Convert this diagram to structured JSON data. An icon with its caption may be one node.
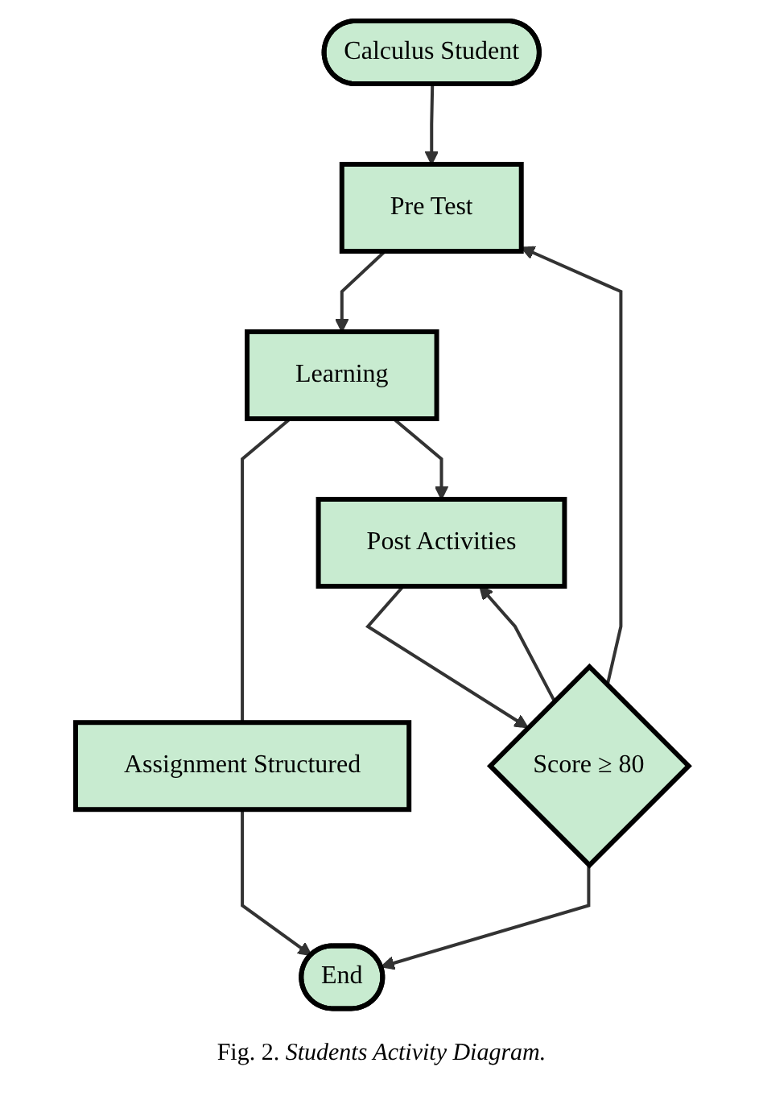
{
  "diagram": {
    "caption": "Fig. 2. *Students Activity Diagram.*",
    "nodes": [
      {
        "text": [
          "Calculus Student"
        ]
      },
      {
        "text": [
          "Pre Test"
        ]
      },
      {
        "text": [
          "Learning"
        ]
      },
      {
        "text": [
          "Post Activities"
        ]
      },
      {
        "text": [
          "Score ≥ 80"
        ]
      },
      {
        "text": [
          "Assignment Structured"
        ]
      },
      {
        "text": [
          "End"
        ]
      }
    ],
    "edges": [
      {
        "from": 0,
        "to": 1,
        "arrow": "to"
      },
      {
        "from": 1,
        "to": 2,
        "arrow": "to"
      },
      {
        "from": 2,
        "to": 3,
        "arrow": "to"
      },
      {
        "from": 3,
        "to": 4,
        "arrow": "to"
      },
      {
        "from": 4,
        "to": 3,
        "arrow": "to"
      },
      {
        "from": 2,
        "to": 5,
        "arrow": "none"
      },
      {
        "from": 5,
        "to": 6,
        "arrow": "to"
      },
      {
        "from": 4,
        "to": 6,
        "arrow": "to"
      },
      {
        "from": 4,
        "to": 1,
        "arrow": "to"
      }
    ]
  }
}
